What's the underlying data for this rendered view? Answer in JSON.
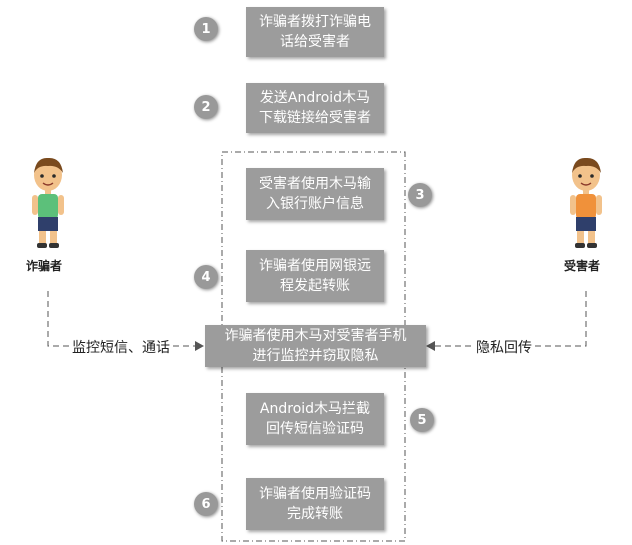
{
  "steps": [
    {
      "number": "1",
      "text": "诈骗者拨打诈骗电\n话给受害者"
    },
    {
      "number": "2",
      "text": "发送Android木马\n下载链接给受害者"
    },
    {
      "number": "3",
      "text": "受害者使用木马输\n入银行账户信息"
    },
    {
      "number": "4",
      "text": "诈骗者使用网银远\n程发起转账"
    },
    {
      "number": "5",
      "text": "Android木马拦截\n回传短信验证码"
    },
    {
      "number": "6",
      "text": "诈骗者使用验证码\n完成转账"
    }
  ],
  "central_box": {
    "text": "诈骗者使用木马对受害者手机\n进行监控并窃取隐私"
  },
  "actors": {
    "scammer": {
      "label": "诈骗者",
      "shirt_color": "#5cc07a"
    },
    "victim": {
      "label": "受害者",
      "shirt_color": "#f0913a"
    }
  },
  "edges": {
    "left_label": "监控短信、通话",
    "right_label": "隐私回传"
  },
  "colors": {
    "box": "#9c9c9c",
    "badge": "#999999",
    "line": "#555555"
  }
}
